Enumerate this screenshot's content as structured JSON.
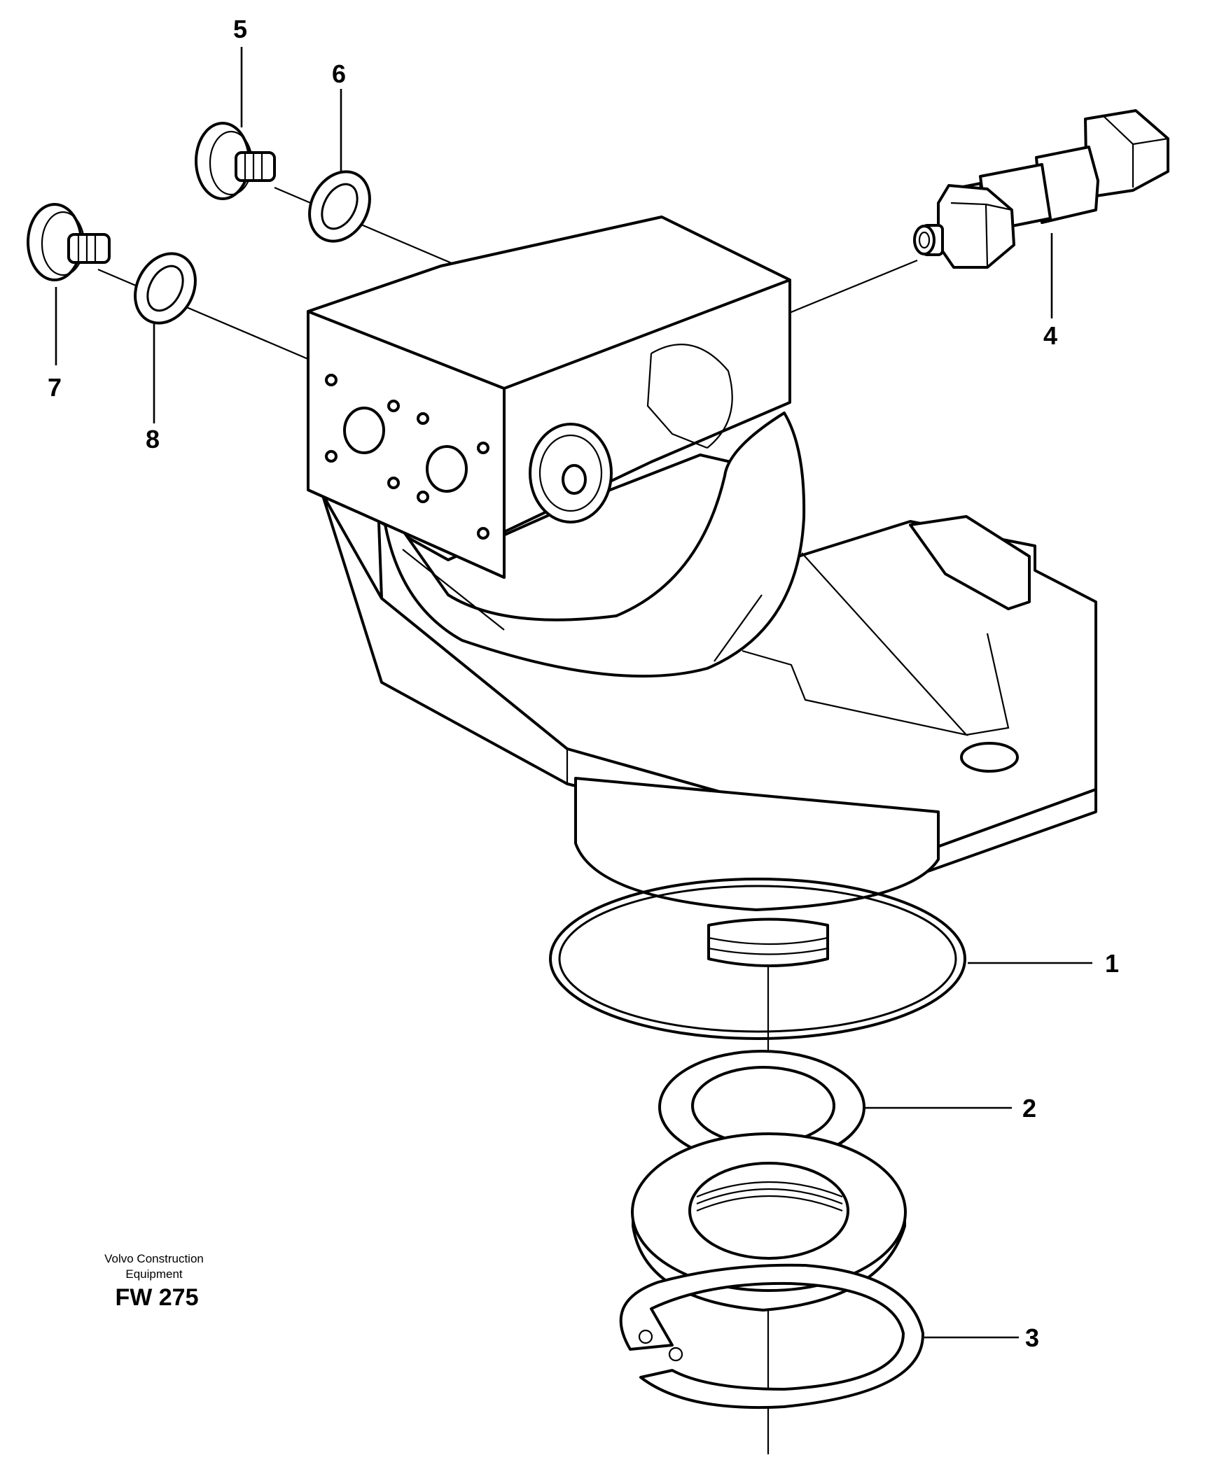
{
  "callouts": [
    "1",
    "2",
    "3",
    "4",
    "5",
    "6",
    "7",
    "8"
  ],
  "caption": {
    "line1": "Volvo Construction",
    "line2": "Equipment",
    "code": "FW 275"
  }
}
